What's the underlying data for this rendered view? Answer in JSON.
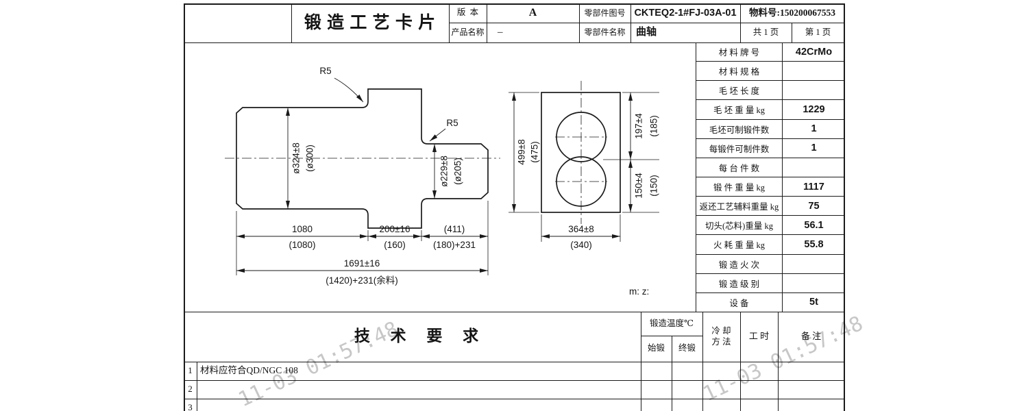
{
  "title_block": {
    "title": "锻 造 工 艺 卡 片",
    "version_label": "版  本",
    "version_value": "A",
    "part_no_label": "零部件图号",
    "part_no_value": "CKTEQ2-1#FJ-03A-01",
    "material_no": "物料号:150200067553",
    "product_label": "产品名称",
    "product_value": "–",
    "part_name_label": "零部件名称",
    "part_name_value": "曲轴",
    "pages_total": "共 1 页",
    "page_current": "第 1 页"
  },
  "spec_table": {
    "rows": [
      {
        "label": "材 料 牌 号",
        "value": "42CrMo"
      },
      {
        "label": "材 料 规 格",
        "value": ""
      },
      {
        "label": "毛 坯 长 度",
        "value": ""
      },
      {
        "label": "毛 坯 重 量 kg",
        "value": "1229"
      },
      {
        "label": "毛坯可制锻件数",
        "value": "1"
      },
      {
        "label": "每锻件可制件数",
        "value": "1"
      },
      {
        "label": "每 台 件 数",
        "value": ""
      },
      {
        "label": "锻 件 重 量 kg",
        "value": "1117"
      },
      {
        "label": "返还工艺辅料重量 kg",
        "value": "75"
      },
      {
        "label": "切头(芯料)重量 kg",
        "value": "56.1"
      },
      {
        "label": "火 耗 重 量 kg",
        "value": "55.8"
      },
      {
        "label": "锻 造 火 次",
        "value": ""
      },
      {
        "label": "锻 造 级 别",
        "value": ""
      },
      {
        "label": "设  备",
        "value": "5t"
      }
    ]
  },
  "drawing": {
    "r5_left": "R5",
    "r5_right": "R5",
    "dia_left": "ø324±8",
    "dia_left_ref": "(ø300)",
    "dia_right": "ø229±8",
    "dia_right_ref": "(ø205)",
    "len1": "1080",
    "len1_ref": "(1080)",
    "len2": "200±16",
    "len2_ref": "(160)",
    "len3": "(411)",
    "len3_ref": "(180)+231",
    "total_len": "1691±16",
    "total_len_ref": "(1420)+231(余料)",
    "section_height": "499±8",
    "section_height_ref": "(475)",
    "pin_top": "197±4",
    "pin_top_ref": "(185)",
    "pin_mid": "150±4",
    "pin_mid_ref": "(150)",
    "section_width": "364±8",
    "section_width_ref": "(340)",
    "note": "m: z:"
  },
  "tech": {
    "title": "技 术 要 求",
    "temp_header": "锻造温度℃",
    "temp_start": "始锻",
    "temp_end": "终锻",
    "cool_line1": "冷 却",
    "cool_line2": "方 法",
    "hours_header": "工 时",
    "remark_header": "备 注",
    "rows": [
      {
        "no": "1",
        "text": "材料应符合QD/NGC 108"
      },
      {
        "no": "2",
        "text": ""
      },
      {
        "no": "3",
        "text": ""
      }
    ]
  },
  "watermark": {
    "text": "11-03 01:57:48"
  }
}
